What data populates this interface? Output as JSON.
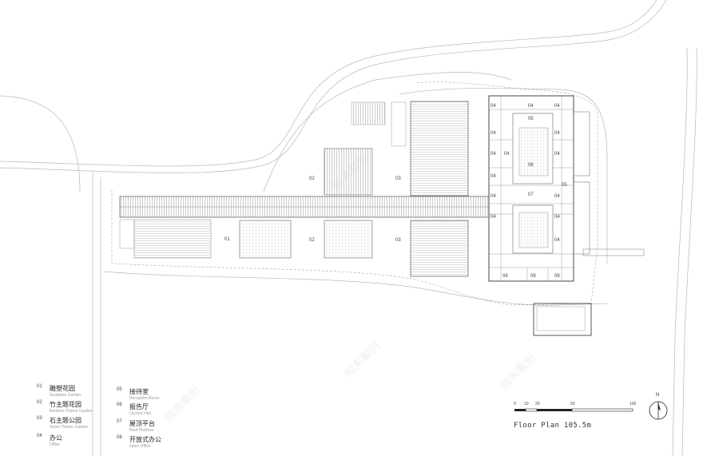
{
  "plan": {
    "room_labels": {
      "r1": "01",
      "r2a": "02",
      "r2b": "02",
      "r3a": "03",
      "r3b": "03",
      "o1": "04",
      "o2": "04",
      "o3": "04",
      "o4": "04",
      "o5": "04",
      "o6": "04",
      "o7": "04",
      "o8": "04",
      "o9": "04",
      "o10": "04",
      "o11": "04",
      "o12": "04",
      "o13": "04",
      "o14": "04",
      "rec1": "05",
      "rec2": "05",
      "hall": "06",
      "roof": "07",
      "open1": "08",
      "open2": "08",
      "open3": "08"
    }
  },
  "legend": [
    {
      "num": "01",
      "cn": "雕塑花园",
      "en": "Sculpture Garden"
    },
    {
      "num": "02",
      "cn": "竹主题花园",
      "en": "Bamboo Theme Garden"
    },
    {
      "num": "03",
      "cn": "石主题公园",
      "en": "Stone Theme Garden"
    },
    {
      "num": "04",
      "cn": "办公",
      "en": "Office"
    },
    {
      "num": "05",
      "cn": "接待室",
      "en": "Reception Room"
    },
    {
      "num": "06",
      "cn": "报告厅",
      "en": "Lecture Hall"
    },
    {
      "num": "07",
      "cn": "屋顶平台",
      "en": "Roof Platform"
    },
    {
      "num": "08",
      "cn": "开放式办公",
      "en": "Open Office"
    }
  ],
  "scale_bar": {
    "ticks": [
      "0",
      "10",
      "20",
      "50",
      "100"
    ]
  },
  "title": "Floor Plan 105.5m",
  "north": "N",
  "watermark": "知末案例"
}
